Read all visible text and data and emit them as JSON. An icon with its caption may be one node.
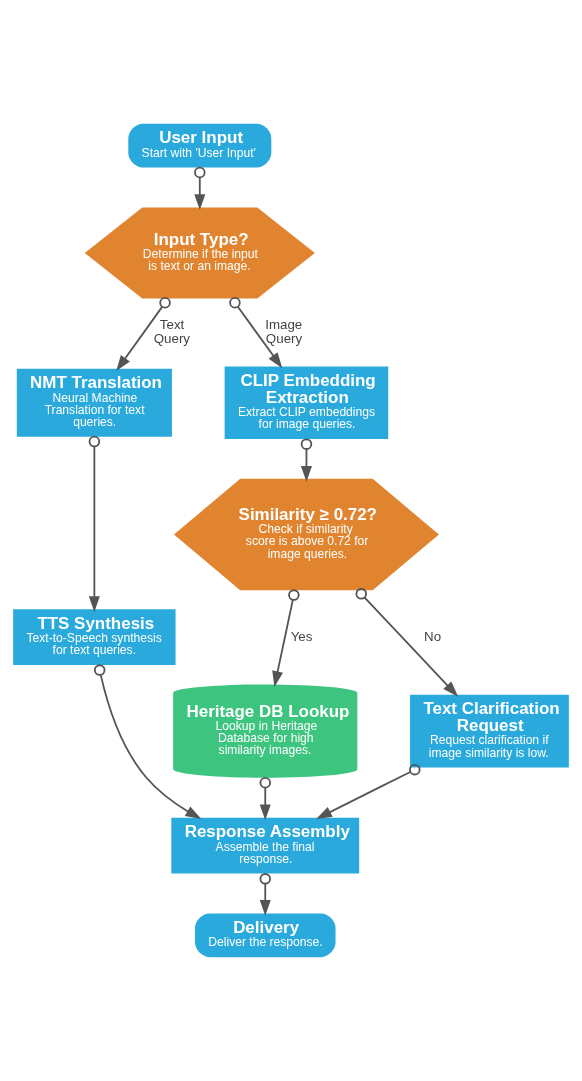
{
  "diagram": {
    "nodes": [
      {
        "text": [
          "User Input",
          "Start with 'User Input'"
        ]
      },
      {
        "text": [
          "Input Type?",
          "Determine if the input is text or an image."
        ]
      },
      {
        "text": [
          "NMT Translation",
          "Neural Machine Translation for text queries."
        ]
      },
      {
        "text": [
          "CLIP Embedding Extraction",
          "Extract CLIP embeddings for image queries."
        ]
      },
      {
        "text": [
          "TTS Synthesis",
          "Text-to-Speech synthesis for text queries."
        ]
      },
      {
        "text": [
          "Similarity ≥ 0.72?",
          "Check if similarity score is above 0.72 for image queries."
        ]
      },
      {
        "text": [
          "Heritage DB Lookup",
          "Lookup in Heritage Database for high similarity images."
        ]
      },
      {
        "text": [
          "Text Clarification Request",
          "Request clarification if image similarity is low."
        ]
      },
      {
        "text": [
          "Response Assembly",
          "Assemble the final response."
        ]
      },
      {
        "text": [
          "Delivery",
          "Deliver the response."
        ]
      }
    ],
    "edges": [
      {
        "from": 0,
        "to": 1,
        "arrow": "to"
      },
      {
        "from": 1,
        "to": 3,
        "arrow": "to",
        "label": "Image Query"
      },
      {
        "from": 1,
        "to": 2,
        "arrow": "to",
        "label": "Text Query"
      },
      {
        "from": 2,
        "to": 4,
        "arrow": "to"
      },
      {
        "from": 3,
        "to": 5,
        "arrow": "to"
      },
      {
        "from": 5,
        "to": 7,
        "arrow": "to",
        "label": "No"
      },
      {
        "from": 5,
        "to": 6,
        "arrow": "to",
        "label": "Yes"
      },
      {
        "from": 4,
        "to": 8,
        "arrow": "to"
      },
      {
        "from": 6,
        "to": 8,
        "arrow": "to"
      },
      {
        "from": 7,
        "to": 8,
        "arrow": "to"
      },
      {
        "from": 8,
        "to": 9,
        "arrow": "to"
      }
    ]
  }
}
